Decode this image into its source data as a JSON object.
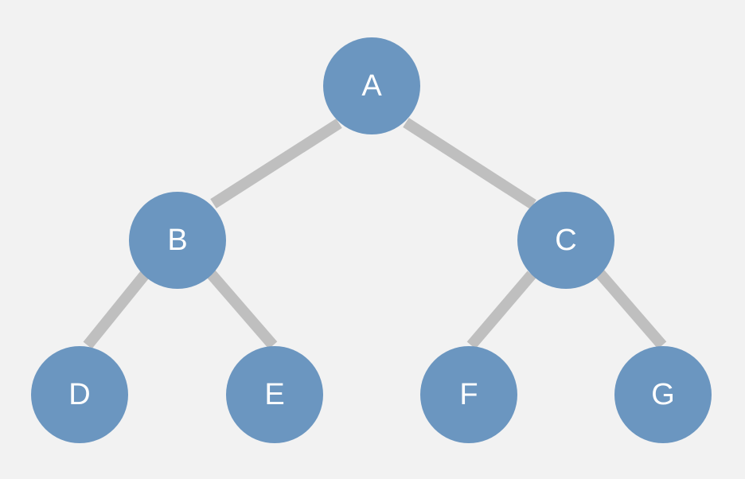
{
  "colors": {
    "background": "#f2f2f2",
    "node_fill": "#6b96c0",
    "edge": "#bfbfbf",
    "label": "#ffffff"
  },
  "tree": {
    "nodes": [
      {
        "id": "A",
        "label": "A"
      },
      {
        "id": "B",
        "label": "B"
      },
      {
        "id": "C",
        "label": "C"
      },
      {
        "id": "D",
        "label": "D"
      },
      {
        "id": "E",
        "label": "E"
      },
      {
        "id": "F",
        "label": "F"
      },
      {
        "id": "G",
        "label": "G"
      }
    ],
    "edges": [
      {
        "from": "A",
        "to": "B"
      },
      {
        "from": "A",
        "to": "C"
      },
      {
        "from": "B",
        "to": "D"
      },
      {
        "from": "B",
        "to": "E"
      },
      {
        "from": "C",
        "to": "F"
      },
      {
        "from": "C",
        "to": "G"
      }
    ]
  }
}
